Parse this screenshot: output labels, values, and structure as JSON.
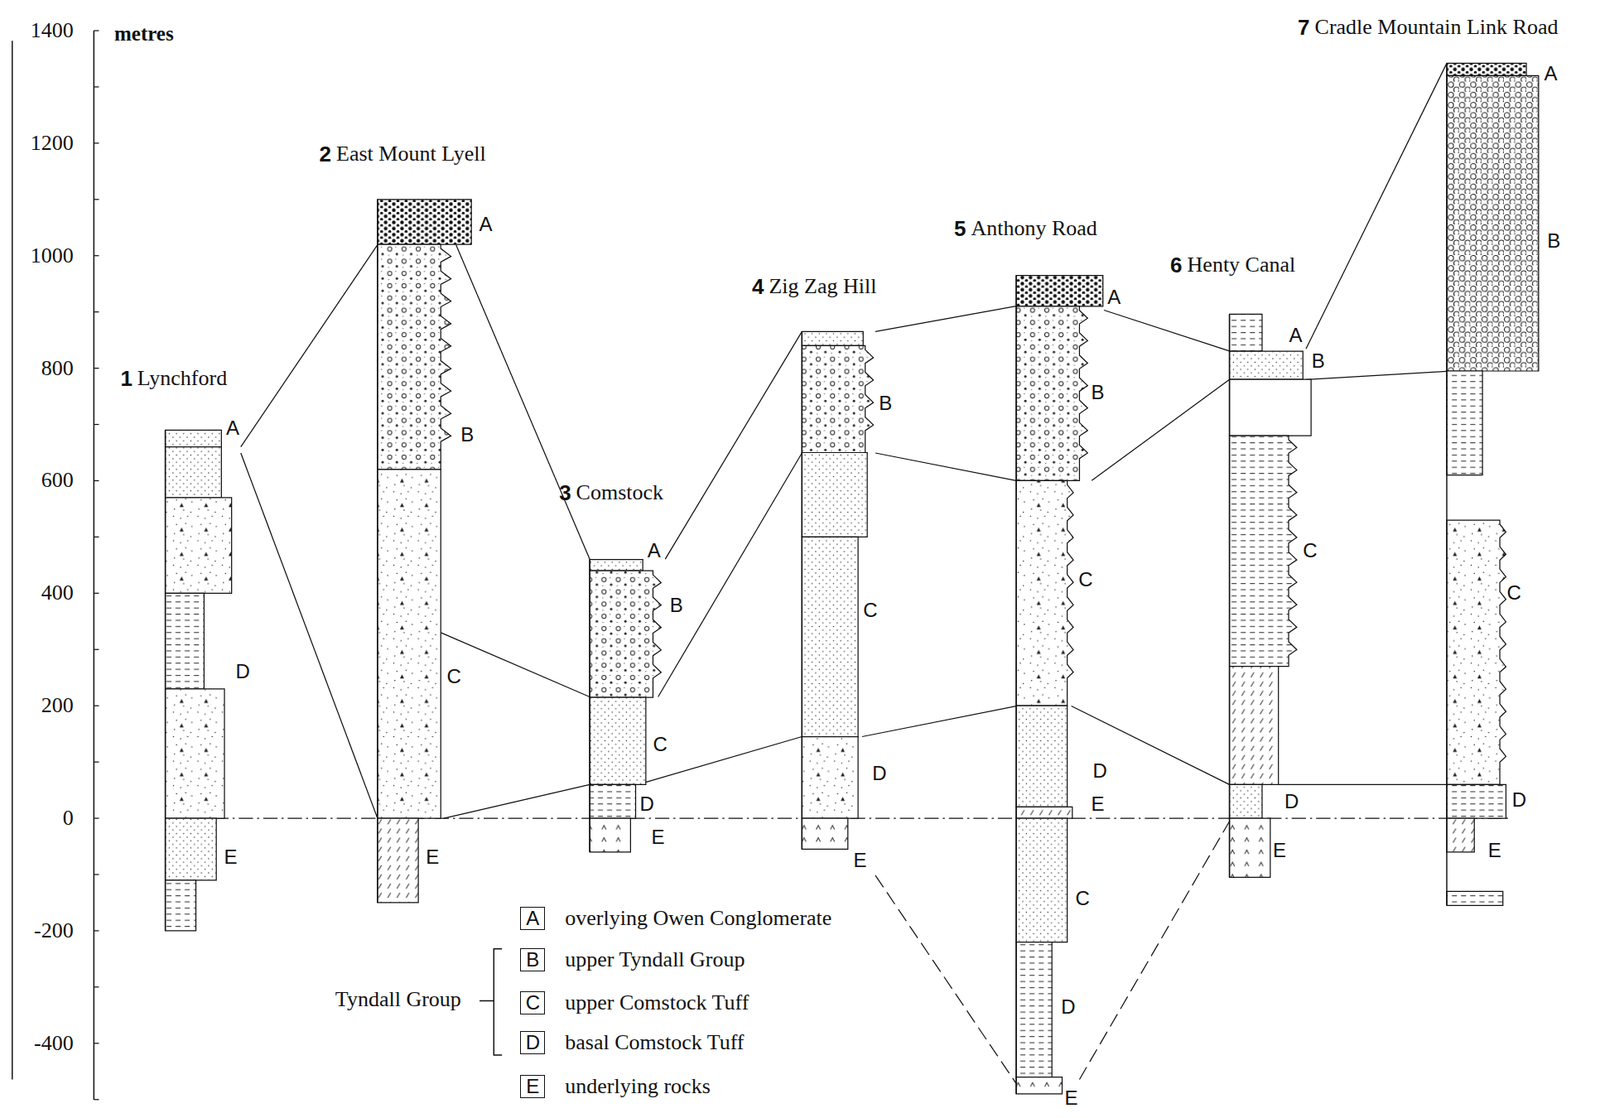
{
  "diagram": {
    "nodes": [
      {
        "text": [
          "A",
          "overlying Owen Conglomerate"
        ]
      },
      {
        "text": [
          "B",
          "upper Tyndall Group"
        ]
      },
      {
        "text": [
          "C",
          "upper Comstock Tuff"
        ]
      },
      {
        "text": [
          "D",
          "basal Comstock Tuff"
        ]
      },
      {
        "text": [
          "E",
          "underlying rocks"
        ]
      }
    ],
    "labels": [
      "metres",
      "1400",
      "1200",
      "1000",
      "800",
      "600",
      "400",
      "200",
      "0",
      "-200",
      "-400",
      "1",
      "Lynchford",
      "A",
      "D",
      "E",
      "2",
      "East Mount Lyell",
      "A",
      "B",
      "C",
      "E",
      "3",
      "Comstock",
      "A",
      "B",
      "C",
      "D",
      "E",
      "4",
      "Zig Zag Hill",
      "B",
      "C",
      "D",
      "E",
      "5",
      "Anthony Road",
      "A",
      "B",
      "C",
      "D",
      "E",
      "C",
      "D",
      "E",
      "6",
      "Henty Canal",
      "A",
      "B",
      "C",
      "D",
      "E",
      "7",
      "Cradle Mountain Link Road",
      "A",
      "B",
      "C",
      "D",
      "E",
      "Tyndall Group"
    ]
  }
}
